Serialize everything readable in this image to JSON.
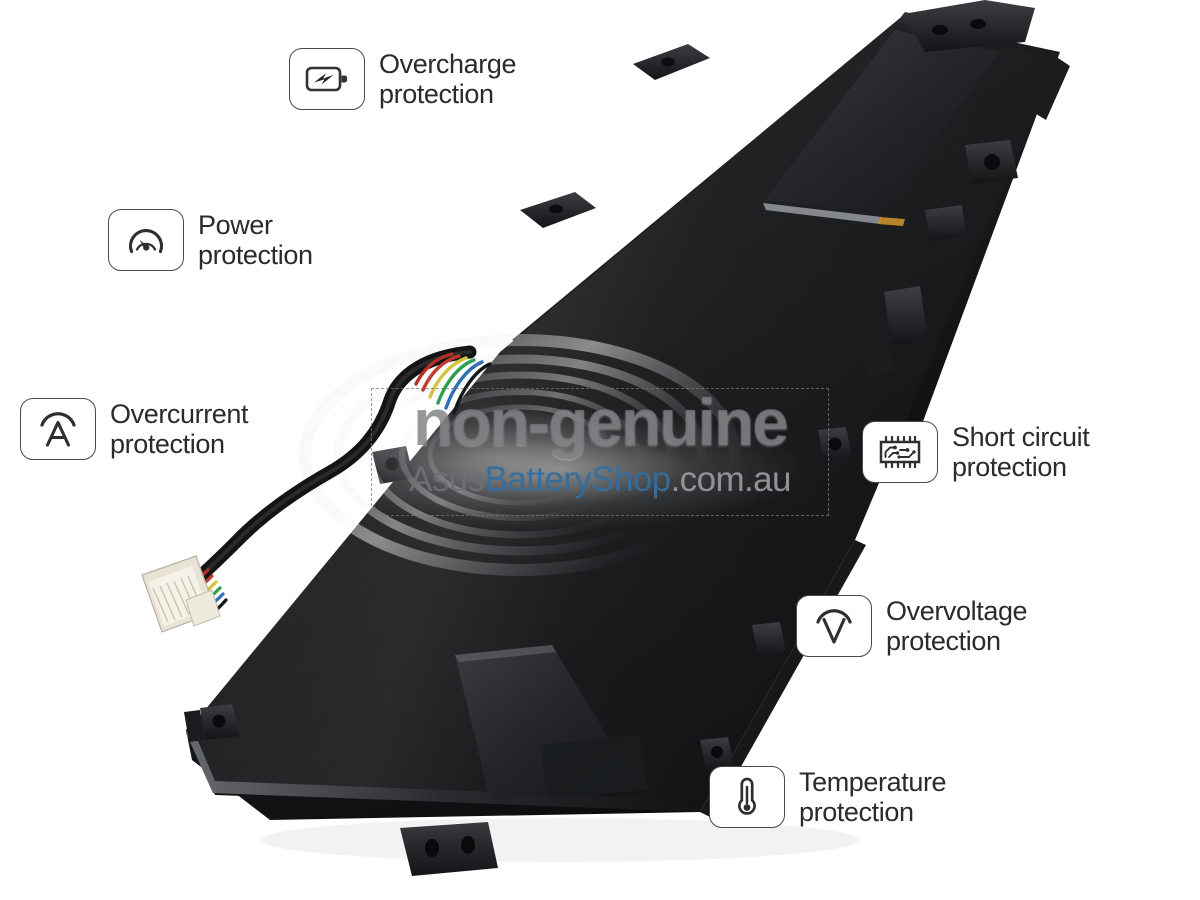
{
  "image": {
    "kind": "product-photo",
    "subject": "laptop battery pack",
    "background_color": "#ffffff"
  },
  "features": [
    {
      "id": "overcharge",
      "icon": "battery-bolt-icon",
      "label": "Overcharge\nprotection",
      "line1": "Overcharge",
      "line2": "protection"
    },
    {
      "id": "power",
      "icon": "gauge-icon",
      "label": "Power\nprotection",
      "line1": "Power",
      "line2": "protection"
    },
    {
      "id": "overcurrent",
      "icon": "ammeter-a-icon",
      "label": "Overcurrent\nprotection",
      "line1": "Overcurrent",
      "line2": "protection"
    },
    {
      "id": "short-circuit",
      "icon": "chip-circuit-icon",
      "label": "Short circuit\nprotection",
      "line1": "Short circuit",
      "line2": "protection"
    },
    {
      "id": "overvoltage",
      "icon": "voltmeter-v-icon",
      "label": "Overvoltage\nprotection",
      "line1": "Overvoltage",
      "line2": "protection"
    },
    {
      "id": "temperature",
      "icon": "thermometer-icon",
      "label": "Temperature\nprotection",
      "line1": "Temperature",
      "line2": "protection"
    }
  ],
  "watermark": {
    "main": "non-genuine",
    "site_part1": "Asus",
    "site_part2": "BatteryShop",
    "site_part3": ".com.au",
    "main_color": "#787a7c",
    "part1_color": "#6c7074",
    "part2_color": "#346ea0",
    "part3_color": "#96999d"
  },
  "colors": {
    "icon_stroke": "#333333",
    "badge_border": "#4a4a4a",
    "text": "#2b2b2b",
    "battery_body": "#1b1b1d",
    "battery_highlight": "#5a5c60",
    "wire_red": "#c0392b",
    "wire_yellow": "#d8c83a",
    "wire_green": "#2f9e55",
    "wire_blue": "#2f6fb5",
    "wire_black": "#121212",
    "connector_white": "#efeade"
  }
}
